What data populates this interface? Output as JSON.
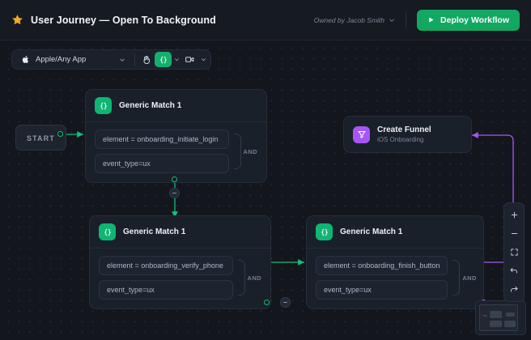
{
  "header": {
    "star_icon": "star-icon",
    "title": "User Journey — Open To Background",
    "owner_label": "Owned by Jacob Smith",
    "owner_chevron_icon": "chevron-down-icon",
    "deploy_label": "Deploy Workflow",
    "deploy_icon": "play-icon",
    "accent_green": "#12a862"
  },
  "toolbar": {
    "app_icon": "apple-icon",
    "app_label": "Apple/Any App",
    "app_chevron_icon": "chevron-down-icon",
    "hand_tool_icon": "hand-icon",
    "code_tool_icon": "curly-braces-icon",
    "code_chevron_icon": "chevron-down-icon",
    "video_tool_icon": "video-camera-icon",
    "video_chevron_icon": "chevron-down-icon",
    "active_tool": "curly-braces-icon",
    "active_color": "#13b06c"
  },
  "canvas": {
    "start": {
      "label": "START"
    },
    "nodes": [
      {
        "id": "generic-match-1",
        "icon": "curly-braces-icon",
        "title": "Generic Match 1",
        "conditions": [
          "element = onboarding_initiate_login",
          "event_type=ux"
        ],
        "operator": "AND"
      },
      {
        "id": "generic-match-2",
        "icon": "curly-braces-icon",
        "title": "Generic Match 1",
        "conditions": [
          "element = onboarding_verify_phone",
          "event_type=ux"
        ],
        "operator": "AND"
      },
      {
        "id": "generic-match-3",
        "icon": "curly-braces-icon",
        "title": "Generic Match 1",
        "conditions": [
          "element = onboarding_finish_button",
          "event_type=ux"
        ],
        "operator": "AND"
      }
    ],
    "funnel": {
      "icon": "funnel-icon",
      "title": "Create Funnel",
      "subtitle": "iOS Onboarding",
      "color": "#a855f7"
    },
    "edge_color_green": "#14c07a",
    "edge_color_purple": "#a855f7"
  },
  "controls": {
    "zoom_in_icon": "plus-icon",
    "zoom_out_icon": "minus-icon",
    "fit_icon": "fit-screen-icon",
    "undo_icon": "undo-arrow-icon",
    "redo_icon": "redo-arrow-icon"
  },
  "minimap": {
    "name": "minimap"
  }
}
